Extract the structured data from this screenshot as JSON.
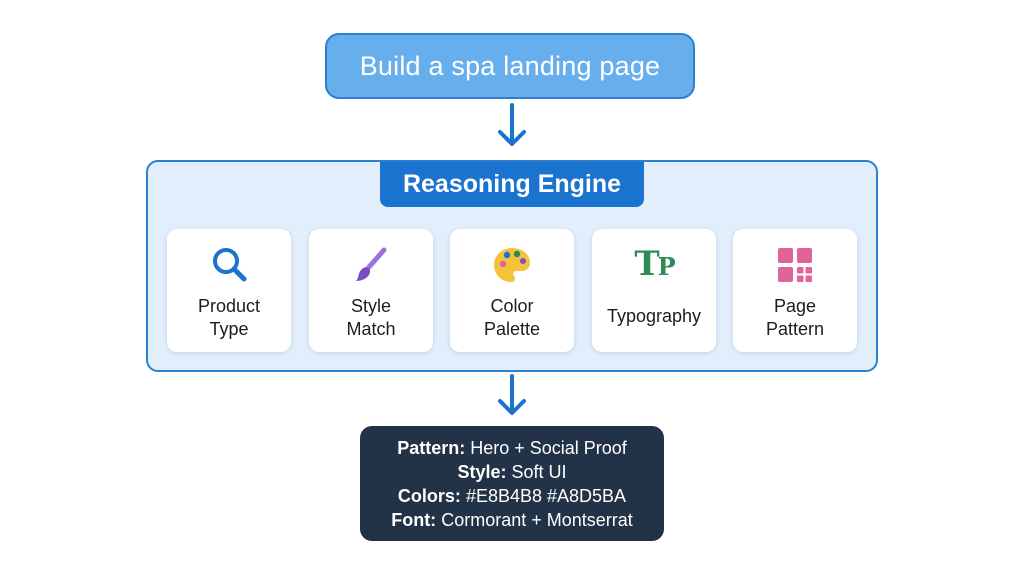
{
  "prompt": {
    "text": "Build a spa landing page"
  },
  "engine": {
    "title": "Reasoning Engine",
    "cards": [
      {
        "icon": "magnifier-icon",
        "line1": "Product",
        "line2": "Type"
      },
      {
        "icon": "paintbrush-icon",
        "line1": "Style",
        "line2": "Match"
      },
      {
        "icon": "palette-icon",
        "line1": "Color",
        "line2": "Palette"
      },
      {
        "icon": "typography-icon",
        "glyph_big": "T",
        "glyph_small": "P",
        "line1": "Typography"
      },
      {
        "icon": "grid-layout-icon",
        "line1": "Page",
        "line2": "Pattern"
      }
    ]
  },
  "result": {
    "lines": [
      {
        "key": "Pattern:",
        "value": "Hero + Social Proof"
      },
      {
        "key": "Style:",
        "value": "Soft UI"
      },
      {
        "key": "Colors:",
        "value": "#E8B4B8 #A8D5BA"
      },
      {
        "key": "Font:",
        "value": "Cormorant + Montserrat"
      }
    ]
  },
  "colors": {
    "prompt_fill": "#67aeed",
    "accent_blue": "#1a73cf",
    "panel_fill": "#e2eefb",
    "result_fill": "#223247",
    "brush_purple": "#7b4fbf",
    "palette_yellow": "#f5c33b",
    "typography_green": "#2e8a57",
    "grid_pink": "#e0649a"
  }
}
